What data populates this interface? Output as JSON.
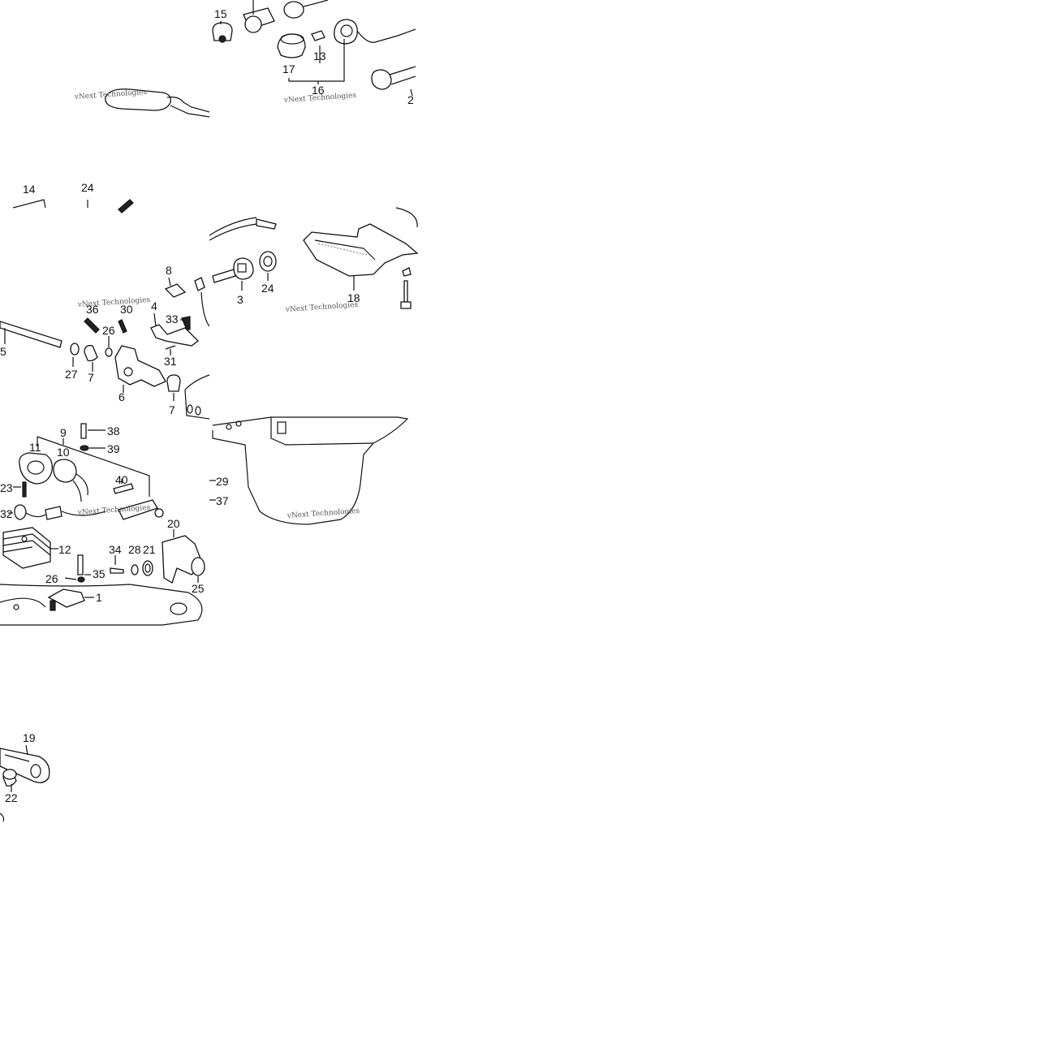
{
  "labels": {
    "p15": "15",
    "p17": "17",
    "p13": "13",
    "p16": "16",
    "p2": "2",
    "p14": "14",
    "p24a": "24",
    "p8": "8",
    "p4": "4",
    "p33": "33",
    "p31": "31",
    "p36": "36",
    "p30": "30",
    "p26a": "26",
    "p5": "5",
    "p27": "27",
    "p7a": "7",
    "p6": "6",
    "p7b": "7",
    "p3": "3",
    "p24b": "24",
    "p18": "18",
    "p9": "9",
    "p38": "38",
    "p39": "39",
    "p11": "11",
    "p10": "10",
    "p40": "40",
    "p23": "23",
    "p32": "32",
    "p12": "12",
    "p20": "20",
    "p34": "34",
    "p28": "28",
    "p21": "21",
    "p35": "35",
    "p26b": "26",
    "p25": "25",
    "p1": "1",
    "p29": "29",
    "p37": "37",
    "p19": "19",
    "p22": "22"
  },
  "watermark": "vNext Technologies"
}
